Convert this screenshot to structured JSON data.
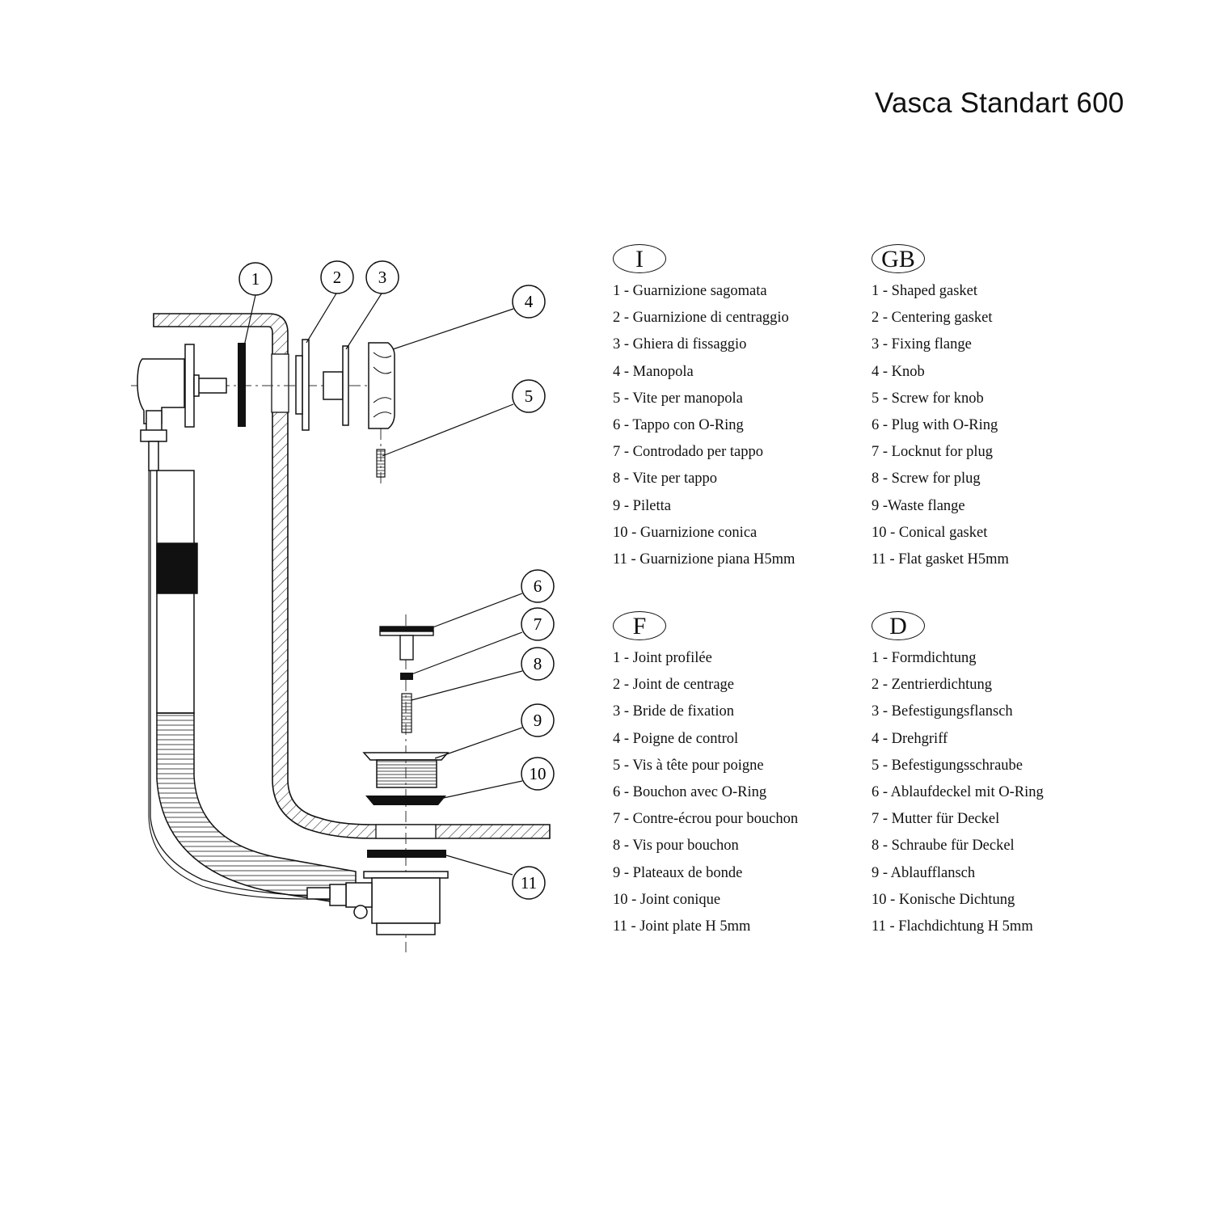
{
  "title": "Vasca Standart 600",
  "callouts": [
    "1",
    "2",
    "3",
    "4",
    "5",
    "6",
    "7",
    "8",
    "9",
    "10",
    "11"
  ],
  "legends": {
    "it": {
      "badge": "I",
      "items": [
        "1 - Guarnizione sagomata",
        "2 - Guarnizione di centraggio",
        "3 - Ghiera di fissaggio",
        "4 - Manopola",
        "5 - Vite per manopola",
        "6 - Tappo con O-Ring",
        "7 - Controdado per tappo",
        "8 - Vite per tappo",
        "9 - Piletta",
        "10 - Guarnizione conica",
        "11 - Guarnizione piana H5mm"
      ]
    },
    "gb": {
      "badge": "GB",
      "items": [
        "1 - Shaped gasket",
        "2 - Centering gasket",
        "3 - Fixing flange",
        "4 - Knob",
        "5 - Screw for knob",
        "6 - Plug with O-Ring",
        "7 - Locknut for plug",
        "8 - Screw for plug",
        "9 -Waste flange",
        "10 - Conical gasket",
        "11 - Flat gasket H5mm"
      ]
    },
    "fr": {
      "badge": "F",
      "items": [
        "1 - Joint profilée",
        "2 - Joint de centrage",
        "3 - Bride de fixation",
        "4 - Poigne de control",
        "5 - Vis à tête pour poigne",
        "6 - Bouchon avec O-Ring",
        "7 - Contre-écrou pour bouchon",
        "8 - Vis pour bouchon",
        "9 - Plateaux de bonde",
        "10 - Joint conique",
        "11 - Joint plate H 5mm"
      ]
    },
    "de": {
      "badge": "D",
      "items": [
        "1 - Formdichtung",
        "2 - Zentrierdichtung",
        "3 - Befestigungsflansch",
        "4 - Drehgriff",
        "5 - Befestigungsschraube",
        "6 - Ablaufdeckel mit O-Ring",
        "7 - Mutter für Deckel",
        "8 - Schraube für Deckel",
        "9 - Ablaufflansch",
        "10 - Konische Dichtung",
        "11 - Flachdichtung H 5mm"
      ]
    }
  }
}
